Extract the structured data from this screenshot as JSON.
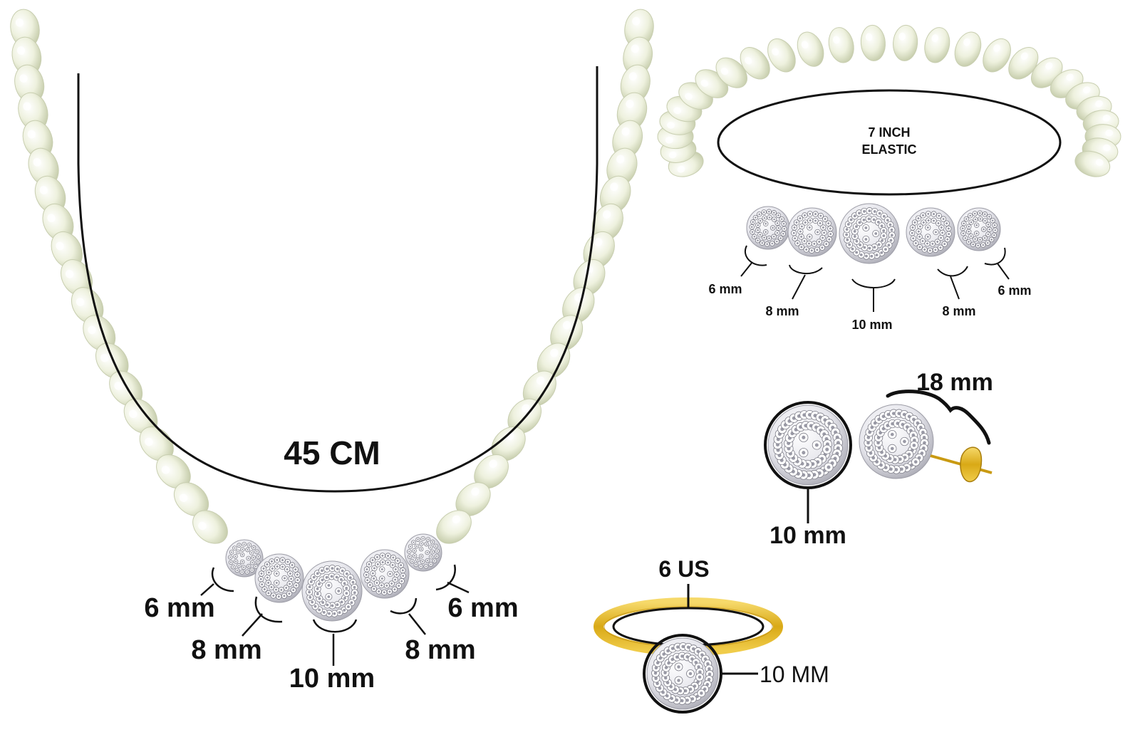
{
  "necklace": {
    "length_label": "45 CM",
    "bead_labels": {
      "left_6": "6 mm",
      "left_8": "8 mm",
      "center_10": "10 mm",
      "right_8": "8 mm",
      "right_6": "6 mm"
    }
  },
  "bracelet": {
    "size_line1": "7 INCH",
    "size_line2": "ELASTIC",
    "bead_labels": {
      "left_6": "6 mm",
      "left_8": "8 mm",
      "center_10": "10 mm",
      "right_8": "8 mm",
      "right_6": "6 mm"
    }
  },
  "earrings": {
    "width_label": "18 mm",
    "diameter_label": "10 mm"
  },
  "ring": {
    "size_label": "6 US",
    "stone_label": "10 MM"
  },
  "colors": {
    "pearl": "#f1f3e2",
    "pearl_shadow": "#c9cfb3",
    "crystal": "#e9e9ee",
    "gold": "#e4b92a",
    "ink": "#111111"
  }
}
